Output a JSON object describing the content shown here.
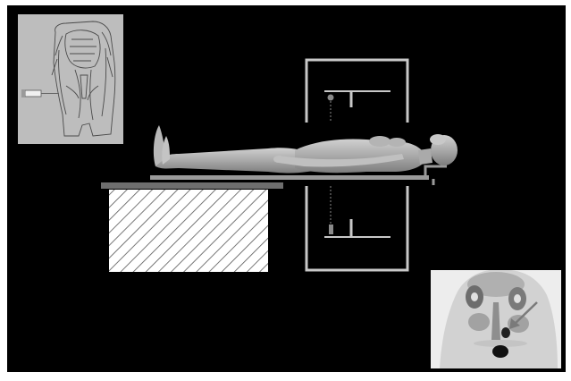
{
  "diagram": {
    "kind": "pet-scanner-illustration",
    "background_color": "#000000",
    "panel_color": "#bdbdbd",
    "gantry_color": "#c8c8c8",
    "bed_color": "#9a9a9a",
    "base_hatch_color": "#555555",
    "body_color": "#a8a8a8",
    "elements": {
      "injection_panel": {
        "icon": "torso-with-syringe-icon"
      },
      "scanner_gantry": {
        "icon": "detector-ring-icon"
      },
      "patient": {
        "icon": "reclining-human-figure"
      },
      "scan_result": {
        "icon": "pet-scan-image-with-arrow"
      }
    }
  }
}
